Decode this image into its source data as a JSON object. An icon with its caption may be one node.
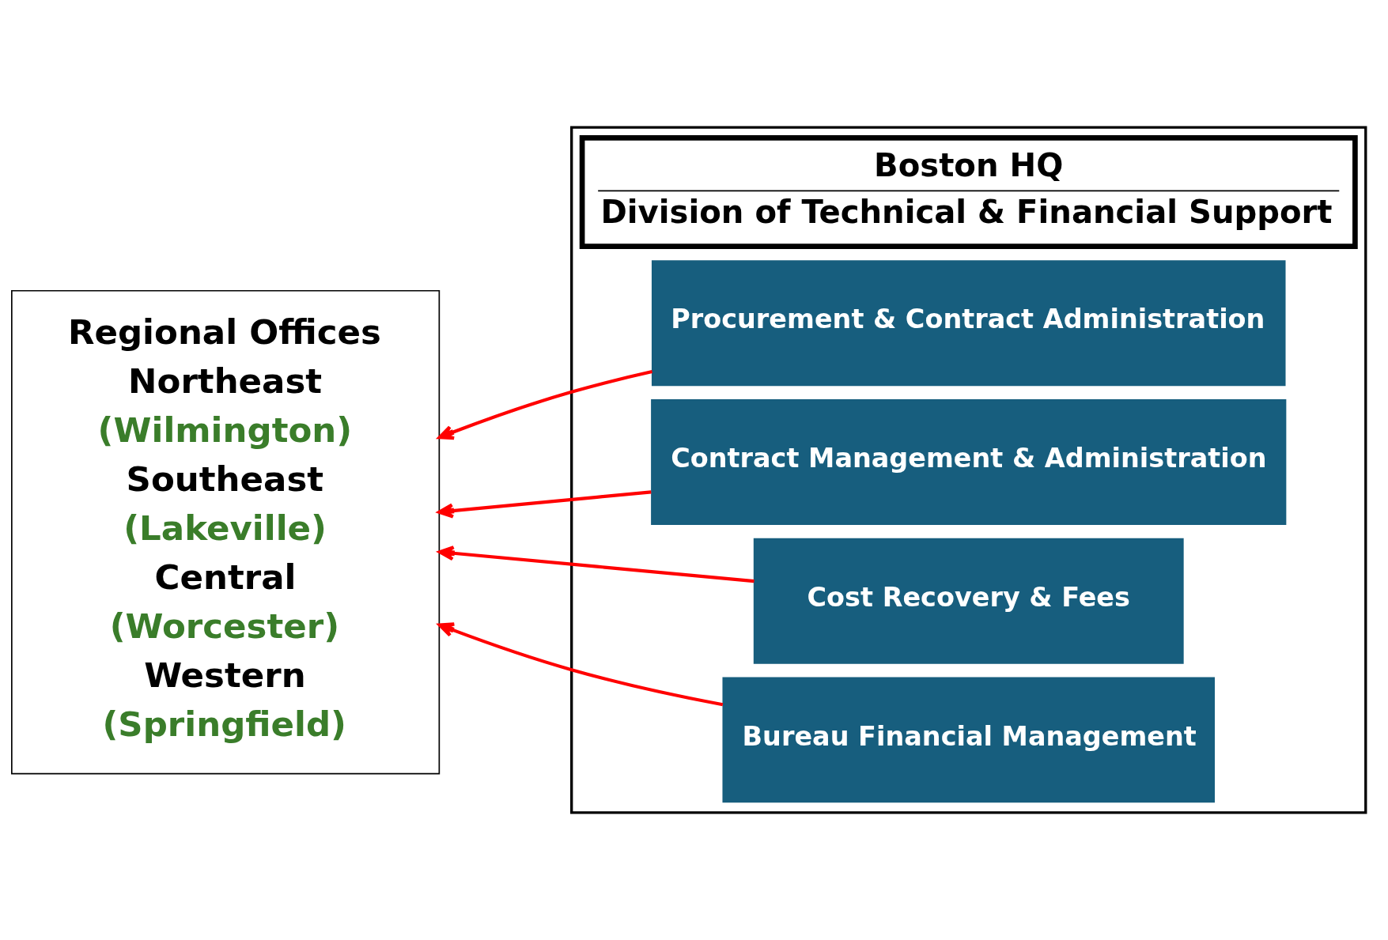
{
  "diagram": {
    "nodes": [
      {
        "text": [
          "Regional Offices",
          "Northeast",
          "(Wilmington)",
          "Southeast",
          "(Lakeville)",
          "Central",
          "(Worcester)",
          "Western",
          "(Springfield)"
        ]
      },
      {
        "text": [],
        "shape": "box"
      },
      {
        "text": [
          "Boston HQ",
          "Division of Technical & Financial Support"
        ],
        "in": 1
      },
      {
        "text": [
          "Procurement & Contract Administration"
        ],
        "in": 1
      },
      {
        "text": [
          "Contract Management & Administration"
        ],
        "in": 1
      },
      {
        "text": [
          "Cost Recovery & Fees"
        ],
        "in": 1
      },
      {
        "text": [
          "Bureau Financial Management"
        ],
        "in": 1
      }
    ],
    "edges": [
      {
        "from": 3,
        "to": 0,
        "arrow": "to",
        "color": "#ff0000"
      },
      {
        "from": 4,
        "to": 0,
        "arrow": "to",
        "color": "#ff0000"
      },
      {
        "from": 5,
        "to": 0,
        "arrow": "to",
        "color": "#ff0000"
      },
      {
        "from": 6,
        "to": 0,
        "arrow": "to",
        "color": "#ff0000"
      }
    ]
  }
}
